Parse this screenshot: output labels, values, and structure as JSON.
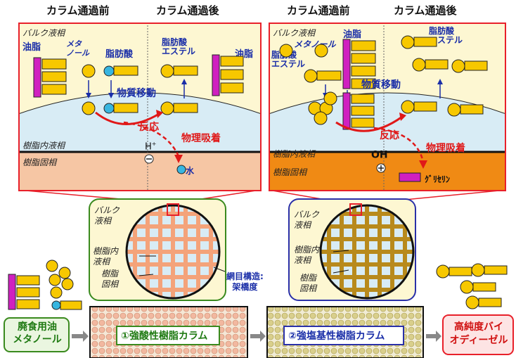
{
  "panel_left": {
    "before_header": "カラム通過前",
    "after_header": "カラム通過後",
    "bulk_phase": "バルク液相",
    "oil_before": "油脂",
    "methanol": "メタ\nノール",
    "fatty_acid": "脂肪酸",
    "fatty_acid_ester": "脂肪酸\nエステル",
    "oil_after": "油脂",
    "mass_transfer": "物質移動",
    "reaction": "反応",
    "physical_adsorption": "物理吸着",
    "resin_internal_liquid": "樹脂内液相",
    "resin_solid": "樹脂固相",
    "proton": "H",
    "proton_sup": "+",
    "minus_sign": "−",
    "water": "水"
  },
  "panel_right": {
    "before_header": "カラム通過前",
    "after_header": "カラム通過後",
    "bulk_phase": "バルク液相",
    "oil": "油脂",
    "methanol": "メタノール",
    "fatty_acid_ester_left": "脂肪酸\nエステル",
    "fatty_acid_ester_right": "脂肪酸\nエステル",
    "mass_transfer": "物質移動",
    "reaction": "反応",
    "physical_adsorption": "物理吸着",
    "resin_internal_liquid": "樹脂内液相",
    "resin_solid": "樹脂固相",
    "hydroxide": "OH",
    "hydroxide_sup": "-",
    "plus_sign": "+",
    "glycerin": "ｸﾞﾘｾﾘﾝ"
  },
  "circle_left": {
    "bulk": "バルク\n液相",
    "internal": "樹脂内\n液相",
    "solid": "樹脂\n固相",
    "network": "網目構造:\n架橋度"
  },
  "circle_right": {
    "bulk": "バルク\n液相",
    "internal": "樹脂内\n液相",
    "solid": "樹脂\n固相"
  },
  "process": {
    "input": "廃食用油\nメタノール",
    "column1": "①強酸性樹脂カラム",
    "column2": "②強塩基性樹脂カラム",
    "output": "高純度バイ\nオディーゼル"
  },
  "colors": {
    "panel_border": "#e8202a",
    "bulk_bg": "#fdf7d2",
    "internal_bg": "#d8ecf5",
    "solid_left": "#f6c6a4",
    "solid_right": "#f08a14",
    "molecule_fill": "#f7c800",
    "oil_head": "#d020c0",
    "acid_head": "#38b6e0",
    "left_circle_border": "#3a8a1e",
    "right_circle_border": "#2a30a8",
    "left_mesh": "#f4a37a",
    "right_mesh": "#b88a1c"
  }
}
